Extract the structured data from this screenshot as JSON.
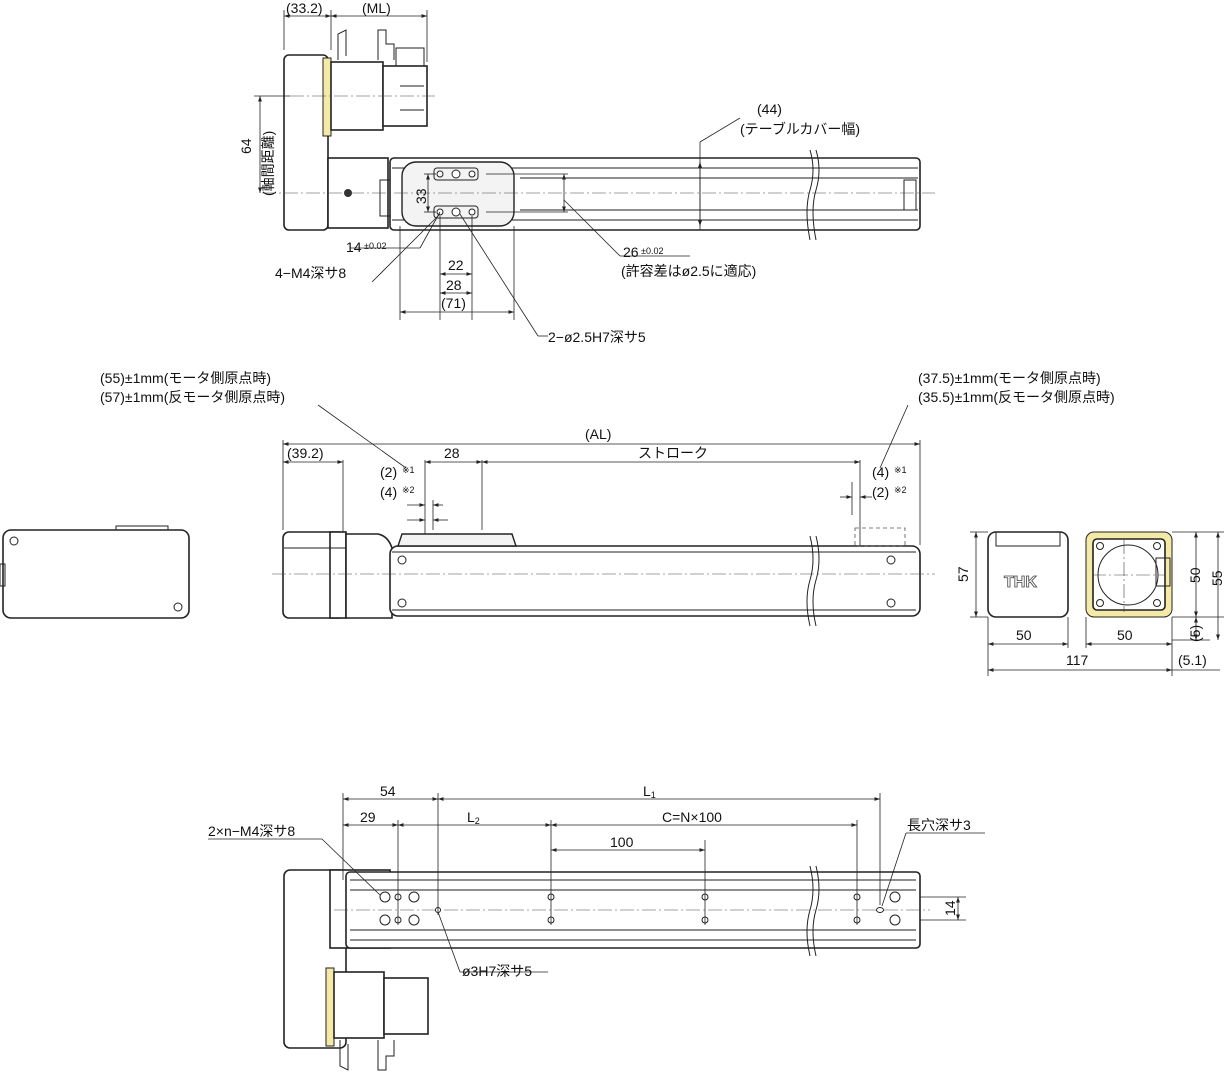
{
  "top_view": {
    "dims": {
      "d33_2": "(33.2)",
      "ml": "(ML)",
      "d44": "(44)",
      "table_cover_width": "(テーブルカバー幅)",
      "d64": "64",
      "axis_distance": "(軸間距離)",
      "d33": "33",
      "d14_base": "14",
      "d14_tol": "±0.02",
      "m4_depth": "4−M4深サ8",
      "d22": "22",
      "d28": "28",
      "d71": "(71)",
      "d26_base": "26",
      "d26_tol": "±0.02",
      "tolerance_note": "(許容差はø2.5に適応)",
      "pin_hole": "2−ø2.5H7深サ5"
    }
  },
  "side_view": {
    "notes": {
      "left_1": "(55)±1mm(モータ側原点時)",
      "left_2": "(57)±1mm(反モータ側原点時)",
      "right_1": "(37.5)±1mm(モータ側原点時)",
      "right_2": "(35.5)±1mm(反モータ側原点時)"
    },
    "dims": {
      "al": "(AL)",
      "d39_2": "(39.2)",
      "d28": "28",
      "stroke": "ストローク",
      "l2": "(2)",
      "l4": "(4)",
      "r4": "(4)",
      "r2": "(2)",
      "mark1": "※1",
      "mark2": "※2"
    }
  },
  "end_view": {
    "logo": "THK",
    "dims": {
      "d57": "57",
      "d50_left": "50",
      "d50_mid": "50",
      "d117": "117",
      "d5_1": "(5.1)",
      "d50_v": "50",
      "d55_v": "55",
      "d5_v": "(5)"
    }
  },
  "bottom_view": {
    "dims": {
      "d54": "54",
      "l1_base": "L",
      "l1_sub": "1",
      "d29": "29",
      "l2_base": "L",
      "l2_sub": "2",
      "c_formula": "C=N×100",
      "d100": "100",
      "slot": "長穴深サ3",
      "tap": "2×n−M4深サ8",
      "d14": "14",
      "pin": "ø3H7深サ5"
    }
  }
}
